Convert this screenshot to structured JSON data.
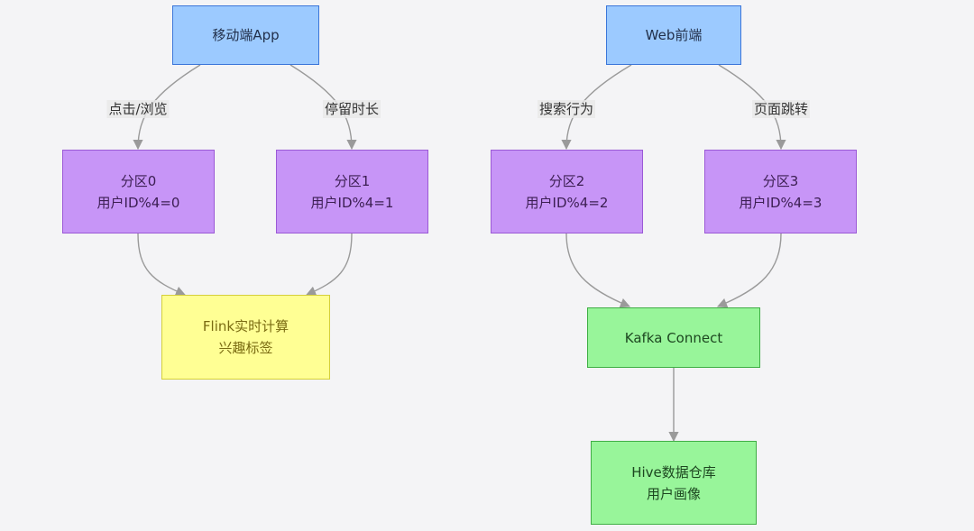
{
  "nodes": {
    "mobile_app": {
      "lines": [
        "移动端App"
      ]
    },
    "web_frontend": {
      "lines": [
        "Web前端"
      ]
    },
    "partition0": {
      "lines": [
        "分区0",
        "用户ID%4=0"
      ]
    },
    "partition1": {
      "lines": [
        "分区1",
        "用户ID%4=1"
      ]
    },
    "partition2": {
      "lines": [
        "分区2",
        "用户ID%4=2"
      ]
    },
    "partition3": {
      "lines": [
        "分区3",
        "用户ID%4=3"
      ]
    },
    "flink": {
      "lines": [
        "Flink实时计算",
        "兴趣标签"
      ]
    },
    "kafka_connect": {
      "lines": [
        "Kafka Connect"
      ]
    },
    "hive": {
      "lines": [
        "Hive数据仓库",
        "用户画像"
      ]
    }
  },
  "edges": [
    {
      "from": "mobile_app",
      "to": "partition0",
      "label": "点击/浏览"
    },
    {
      "from": "mobile_app",
      "to": "partition1",
      "label": "停留时长"
    },
    {
      "from": "web_frontend",
      "to": "partition2",
      "label": "搜索行为"
    },
    {
      "from": "web_frontend",
      "to": "partition3",
      "label": "页面跳转"
    },
    {
      "from": "partition0",
      "to": "flink",
      "label": ""
    },
    {
      "from": "partition1",
      "to": "flink",
      "label": ""
    },
    {
      "from": "partition2",
      "to": "kafka_connect",
      "label": ""
    },
    {
      "from": "partition3",
      "to": "kafka_connect",
      "label": ""
    },
    {
      "from": "kafka_connect",
      "to": "hive",
      "label": ""
    }
  ]
}
